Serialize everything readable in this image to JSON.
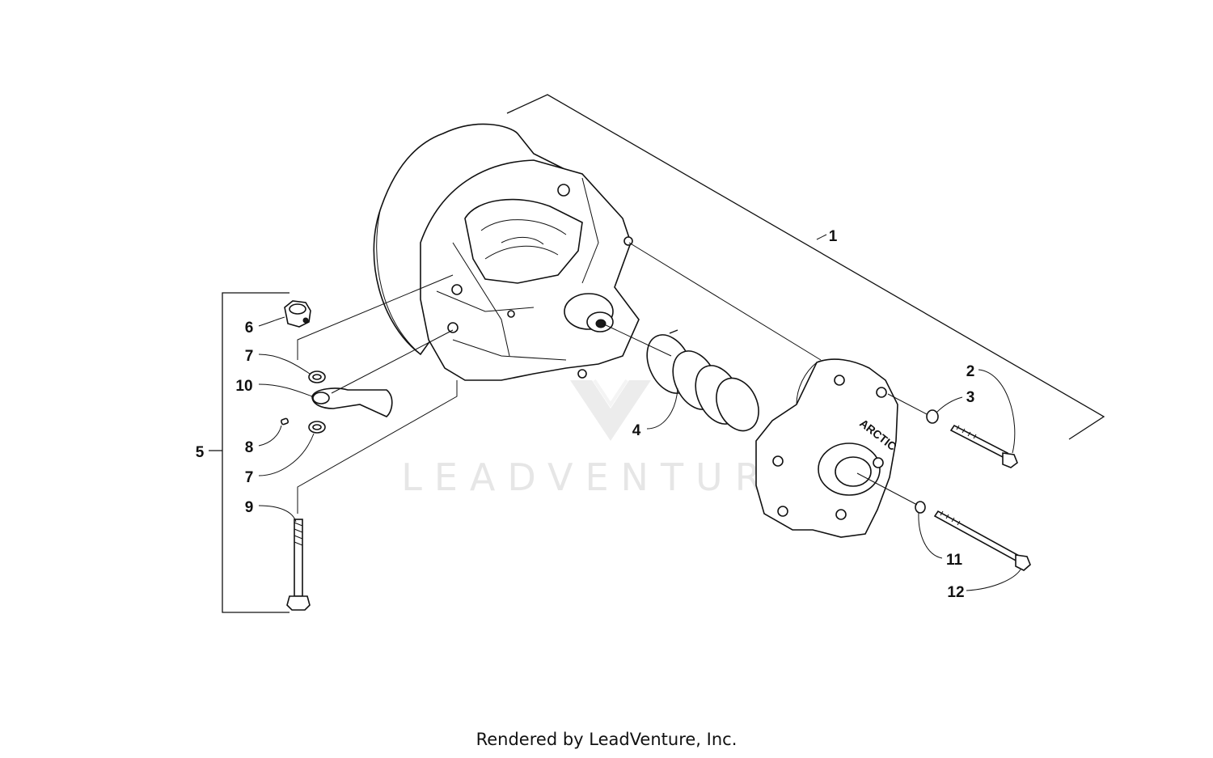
{
  "diagram": {
    "callouts": [
      {
        "id": "c1",
        "text": "1"
      },
      {
        "id": "c2",
        "text": "2"
      },
      {
        "id": "c3",
        "text": "3"
      },
      {
        "id": "c4",
        "text": "4"
      },
      {
        "id": "c5",
        "text": "5"
      },
      {
        "id": "c6",
        "text": "6"
      },
      {
        "id": "c7a",
        "text": "7"
      },
      {
        "id": "c7b",
        "text": "7"
      },
      {
        "id": "c8",
        "text": "8"
      },
      {
        "id": "c9",
        "text": "9"
      },
      {
        "id": "c10",
        "text": "10"
      },
      {
        "id": "c11",
        "text": "11"
      },
      {
        "id": "c12",
        "text": "12"
      }
    ],
    "plate_logo": "ARCTIC"
  },
  "watermark": {
    "text": "LEADVENTURE"
  },
  "footer": {
    "text": "Rendered by LeadVenture, Inc."
  }
}
